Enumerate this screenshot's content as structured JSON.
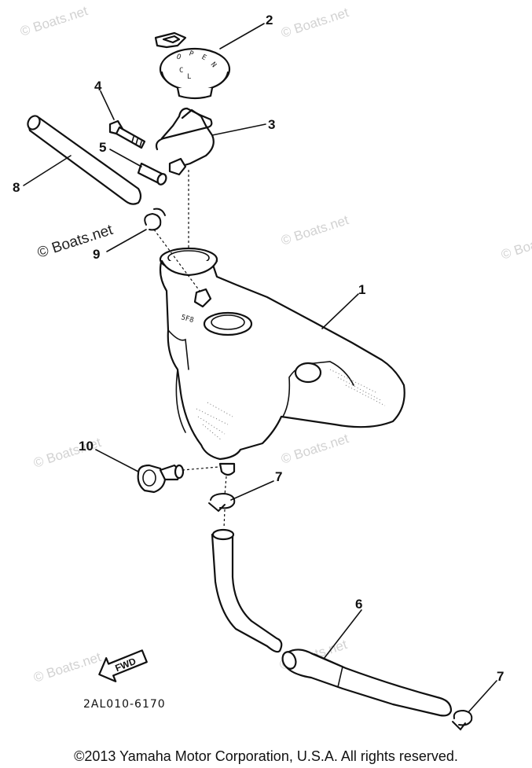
{
  "watermarks": [
    "© Boats.net",
    "© Boats.net",
    "© Boats.net",
    "© Boats.net",
    "© Boats.net",
    "© Boats.net",
    "© Boats.net",
    "© Boats.net"
  ],
  "watermark_main": "© Boats.net",
  "callouts": {
    "c1": "1",
    "c2": "2",
    "c3": "3",
    "c4": "4",
    "c5": "5",
    "c6": "6",
    "c7a": "7",
    "c7b": "7",
    "c8": "8",
    "c9": "9",
    "c10": "10"
  },
  "fwd_label": "FWD",
  "diagram_code": "2AL010-6170",
  "copyright": "©2013 Yamaha Motor Corporation, U.S.A. All rights reserved.",
  "colors": {
    "ink": "#111111",
    "watermark": "#d2d2d2",
    "background": "#ffffff"
  },
  "icons": [
    "fwd-arrow-icon"
  ]
}
